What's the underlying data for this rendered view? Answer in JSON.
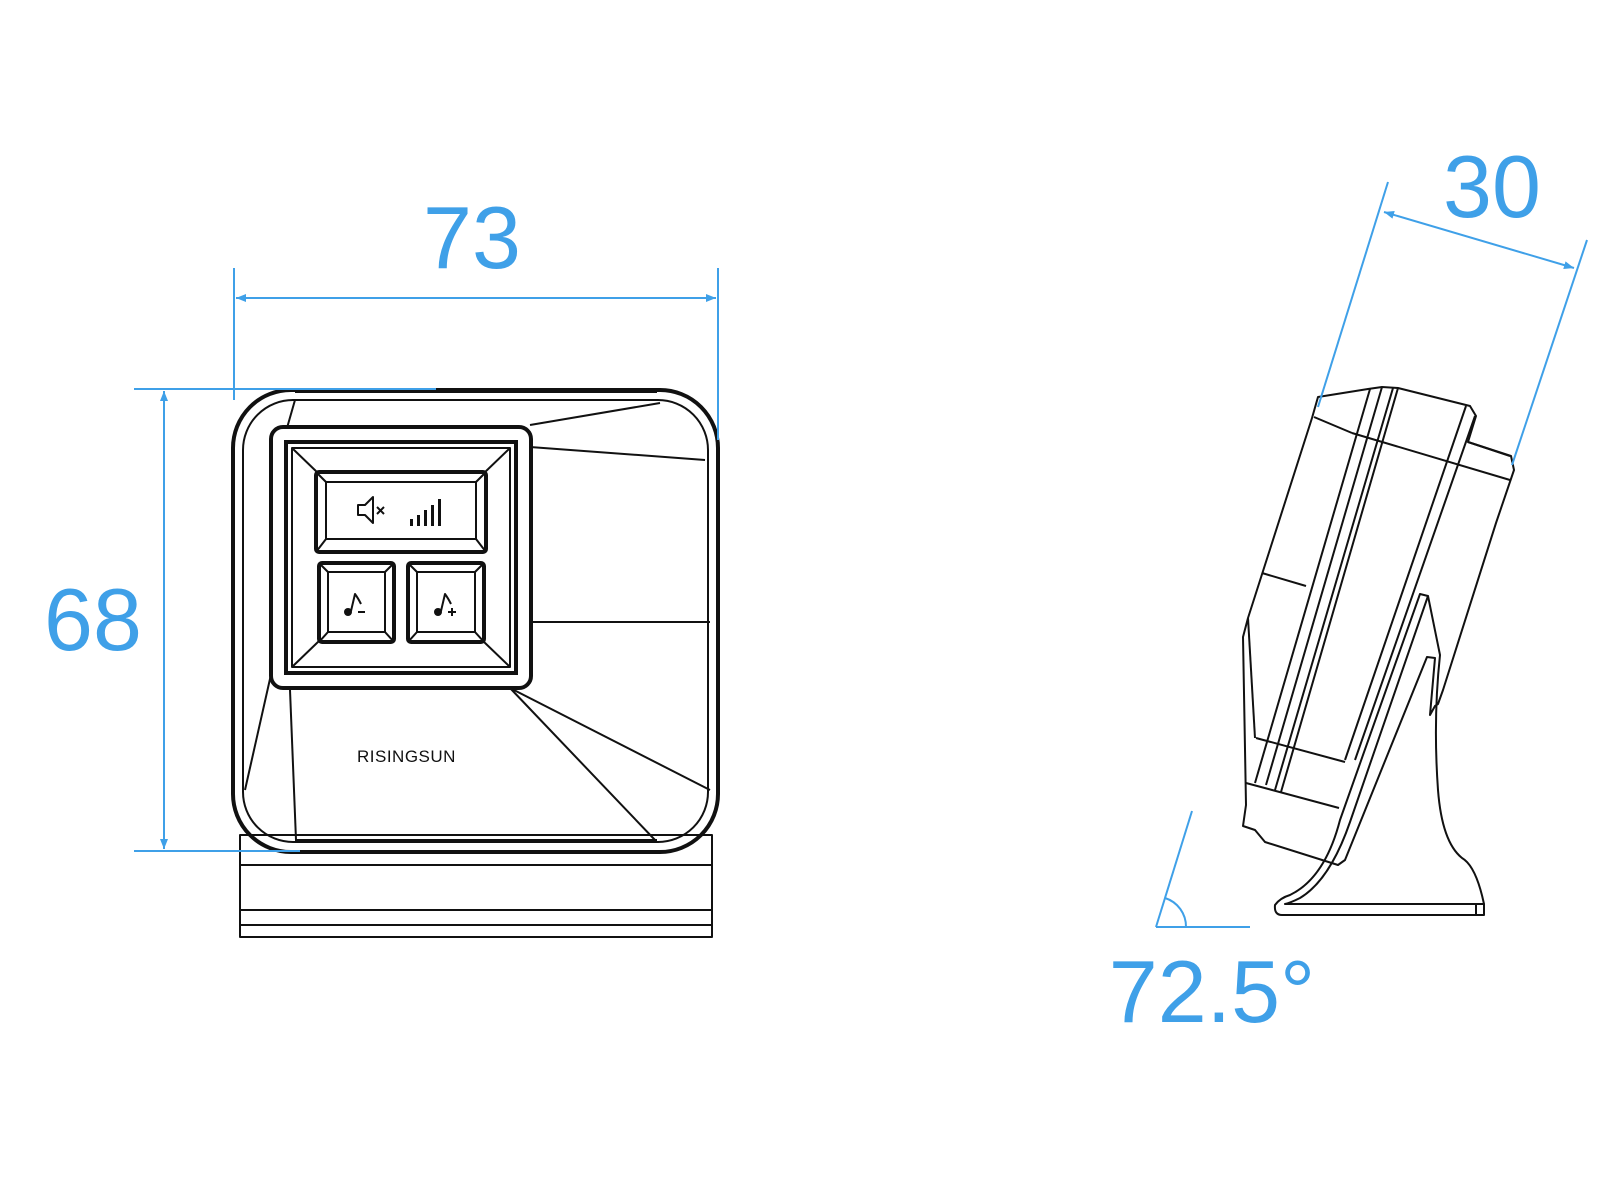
{
  "title": "Product dimension drawing",
  "brand": "RISINGSUN",
  "dimensions": {
    "width": {
      "value": 73,
      "label": "73"
    },
    "height": {
      "value": 68,
      "label": "68"
    },
    "depth": {
      "value": 30,
      "label": "30"
    },
    "tilt_angle": {
      "value": 72.5,
      "label": "72.5°"
    }
  },
  "buttons": [
    {
      "name": "mute-volume",
      "icons": [
        "speaker-mute-icon",
        "volume-bars-icon"
      ]
    },
    {
      "name": "ringtone-down",
      "icons": [
        "music-note-minus-icon"
      ]
    },
    {
      "name": "ringtone-up",
      "icons": [
        "music-note-plus-icon"
      ]
    }
  ],
  "colors": {
    "dimension": "#3fa0e8",
    "line": "#111111"
  }
}
